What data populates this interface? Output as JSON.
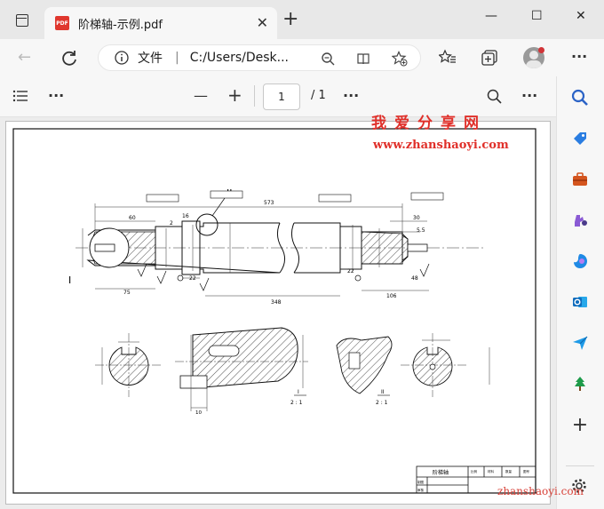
{
  "tab": {
    "title": "阶梯轴-示例.pdf",
    "close": "✕",
    "pdf_badge": "PDF"
  },
  "new_tab": "+",
  "window": {
    "minimize": "—",
    "maximize": "☐",
    "close": "✕"
  },
  "address": {
    "file_label": "文件",
    "separator": "|",
    "url": "C:/Users/Desk..."
  },
  "pdf_toolbar": {
    "zoom_out": "—",
    "zoom_in": "+",
    "page_current": "1",
    "page_total": "/ 1",
    "more": "···"
  },
  "watermark": {
    "cn": "我爱分享网",
    "url": "www.zhanshaoyi.com",
    "bottom": "zhanshaoyi.com"
  },
  "drawing": {
    "title": "阶梯轴",
    "detail_ii": "II",
    "detail_i": "I",
    "scale_1": "2 : 1",
    "scale_2": "2 : 1",
    "section_label_1": "I",
    "section_label_2": "II",
    "dims": {
      "d573": "573",
      "d348": "348",
      "d106": "106",
      "d75": "75",
      "d60": "60",
      "d30": "30",
      "d22a": "22",
      "d22b": "22",
      "d2": "2",
      "d16": "16",
      "d55": "5.5",
      "d48": "48",
      "d10": "10"
    },
    "title_block": {
      "col1": "比例",
      "col2": "材料",
      "col3": "数量",
      "col4": "图号",
      "row2": "制图",
      "row3": "审核"
    }
  }
}
